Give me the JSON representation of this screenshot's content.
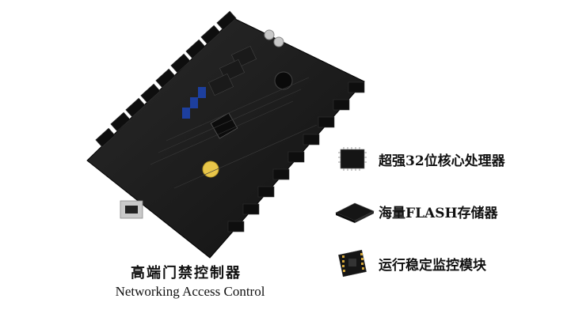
{
  "product": {
    "title_cn": "高端门禁控制器",
    "title_en": "Networking Access Control"
  },
  "features": [
    {
      "label": "超强32位核心处理器",
      "icon": "cpu-chip-icon"
    },
    {
      "label": "海量FLASH存储器",
      "icon": "flash-memory-chip-icon"
    },
    {
      "label": "运行稳定监控模块",
      "icon": "monitor-module-icon"
    }
  ],
  "colors": {
    "board": "#1b1b1b",
    "terminal": "#111111",
    "relay_blue": "#1d3f9e",
    "battery_gold": "#e8c64a",
    "rj45_silver": "#c9c9c9"
  }
}
